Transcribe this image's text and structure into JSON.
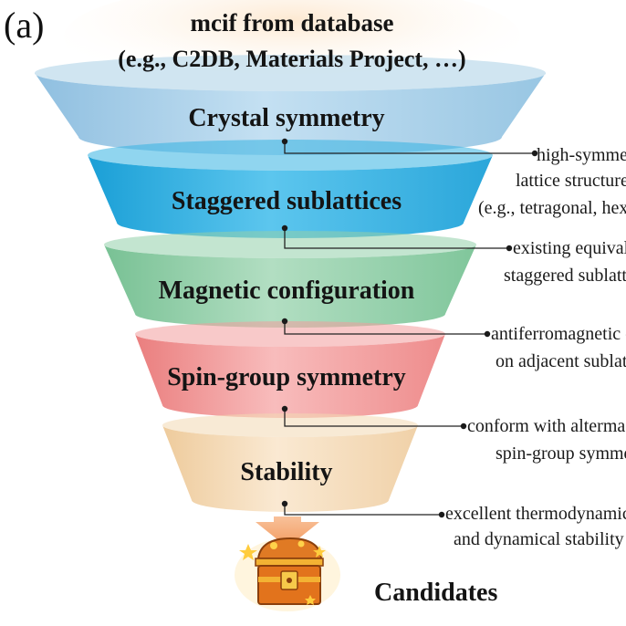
{
  "panel_label": "(a)",
  "header": {
    "line1": "mcif from database",
    "line2": "(e.g., C2DB, Materials Project, …)"
  },
  "stages": [
    {
      "label": "Crystal symmetry",
      "color": "#a9cfe6",
      "note_lines": [
        "high-symmetry",
        "lattice structure",
        "(e.g., tetragonal, hexagonal)"
      ]
    },
    {
      "label": "Staggered sublattices",
      "color": "#35b2e1",
      "note_lines": [
        "existing equivalent",
        "staggered sublattices"
      ]
    },
    {
      "label": "Magnetic configuration",
      "color": "#92d0aa",
      "note_lines": [
        "antiferromagnetic order",
        "on adjacent sublattices"
      ]
    },
    {
      "label": "Spin-group symmetry",
      "color": "#f29c9c",
      "note_lines": [
        "conform with altermagnetic",
        "spin-group symmetry"
      ]
    },
    {
      "label": "Stability",
      "color": "#f3d8b2",
      "note_lines": [
        "excellent thermodynamic",
        "and dynamical stability"
      ]
    }
  ],
  "result": {
    "label": "Candidates",
    "icon": "treasure-chest-icon",
    "arrow_color": "#f5a772"
  },
  "top_glow_color": "#fbe7cf"
}
